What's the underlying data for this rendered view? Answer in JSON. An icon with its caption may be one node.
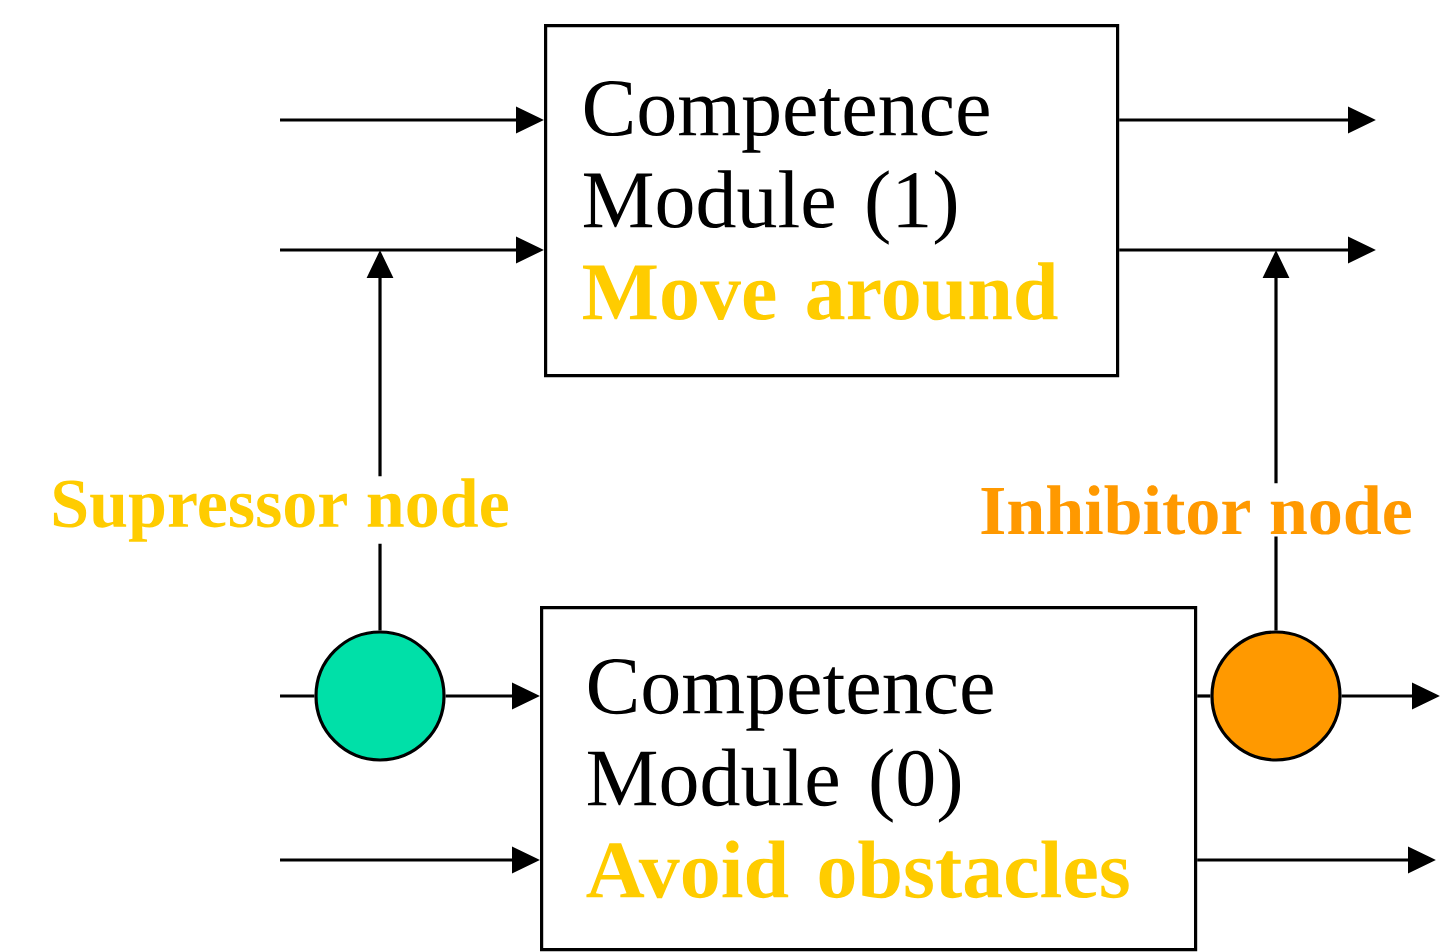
{
  "diagram": {
    "nodes": [
      {
        "text": [
          "Competence Module (1)",
          "Move around"
        ]
      },
      {
        "text": [],
        "shape": "circle",
        "beside": [
          "Supressor node"
        ]
      },
      {
        "text": [
          "Competence Module (0)",
          "Avoid obstacles"
        ]
      },
      {
        "text": [],
        "shape": "circle",
        "beside": [
          "Inhibitor node"
        ]
      }
    ],
    "edges": [
      {
        "from": null,
        "to": 0,
        "arrow": "to"
      },
      {
        "from": null,
        "to": 0,
        "arrow": "to"
      },
      {
        "from": 0,
        "to": null,
        "arrow": "to"
      },
      {
        "from": 0,
        "to": null,
        "arrow": "to"
      },
      {
        "from": 1,
        "to": null,
        "arrow": "to"
      },
      {
        "from": 3,
        "to": null,
        "arrow": "to"
      },
      {
        "from": null,
        "to": 1,
        "arrow": "none"
      },
      {
        "from": 1,
        "to": 2,
        "arrow": "to"
      },
      {
        "from": null,
        "to": 2,
        "arrow": "to"
      },
      {
        "from": 2,
        "to": 3,
        "arrow": "none"
      },
      {
        "from": 3,
        "to": null,
        "arrow": "to"
      },
      {
        "from": 2,
        "to": null,
        "arrow": "to"
      }
    ]
  }
}
